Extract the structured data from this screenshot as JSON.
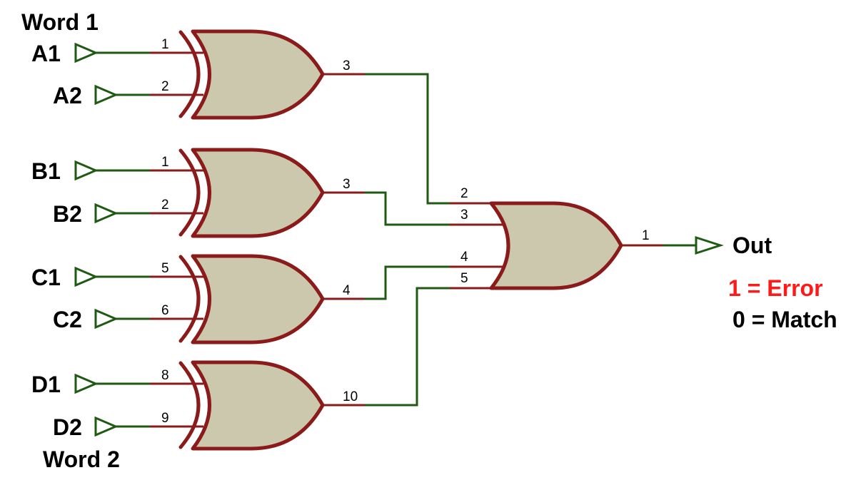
{
  "labels": {
    "word1": "Word 1",
    "word2": "Word 2",
    "out": "Out",
    "legend_error": "1 = Error",
    "legend_match": "0 = Match"
  },
  "inputs": {
    "a1": "A1",
    "a2": "A2",
    "b1": "B1",
    "b2": "B2",
    "c1": "C1",
    "c2": "C2",
    "d1": "D1",
    "d2": "D2"
  },
  "gates": {
    "xor_a": {
      "in1": "1",
      "in2": "2",
      "out": "3"
    },
    "xor_b": {
      "in1": "1",
      "in2": "2",
      "out": "3"
    },
    "xor_c": {
      "in1": "5",
      "in2": "6",
      "out": "4"
    },
    "xor_d": {
      "in1": "8",
      "in2": "9",
      "out": "10"
    },
    "or_final": {
      "in1": "2",
      "in2": "3",
      "in3": "4",
      "in4": "5",
      "out": "1"
    }
  },
  "colors": {
    "wire": "#1f5a12",
    "gate_outline": "#8b1a1a",
    "gate_fill": "#cbc8ad",
    "error_text": "#ff1a1a"
  }
}
